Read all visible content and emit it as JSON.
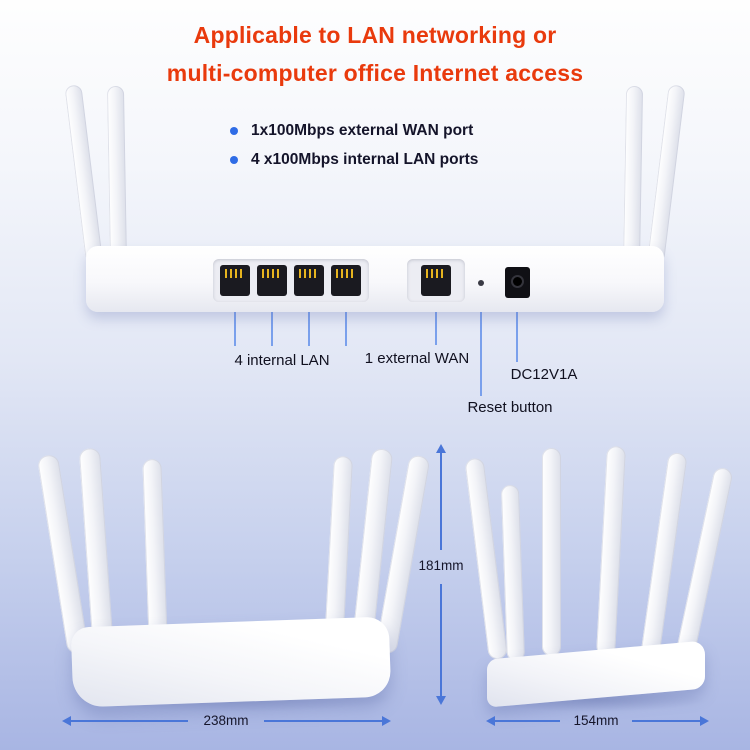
{
  "title": {
    "line1": "Applicable to LAN networking or",
    "line2": "multi-computer office Internet access"
  },
  "features": [
    {
      "label": "1x100Mbps external WAN port"
    },
    {
      "label": "4 x100Mbps internal LAN ports"
    }
  ],
  "back_view": {
    "labels": {
      "lan": "4 internal LAN",
      "wan": "1 external WAN",
      "power": "DC12V1A",
      "reset": "Reset button"
    }
  },
  "dimensions": {
    "height": "181mm",
    "width": "238mm",
    "depth": "154mm"
  },
  "colors": {
    "title_red": "#e93a0d",
    "body_text": "#14142a",
    "bullet_blue": "#2f6ce6",
    "dimension_blue": "#4a76d8",
    "connector_blue": "#7aa0ec"
  }
}
